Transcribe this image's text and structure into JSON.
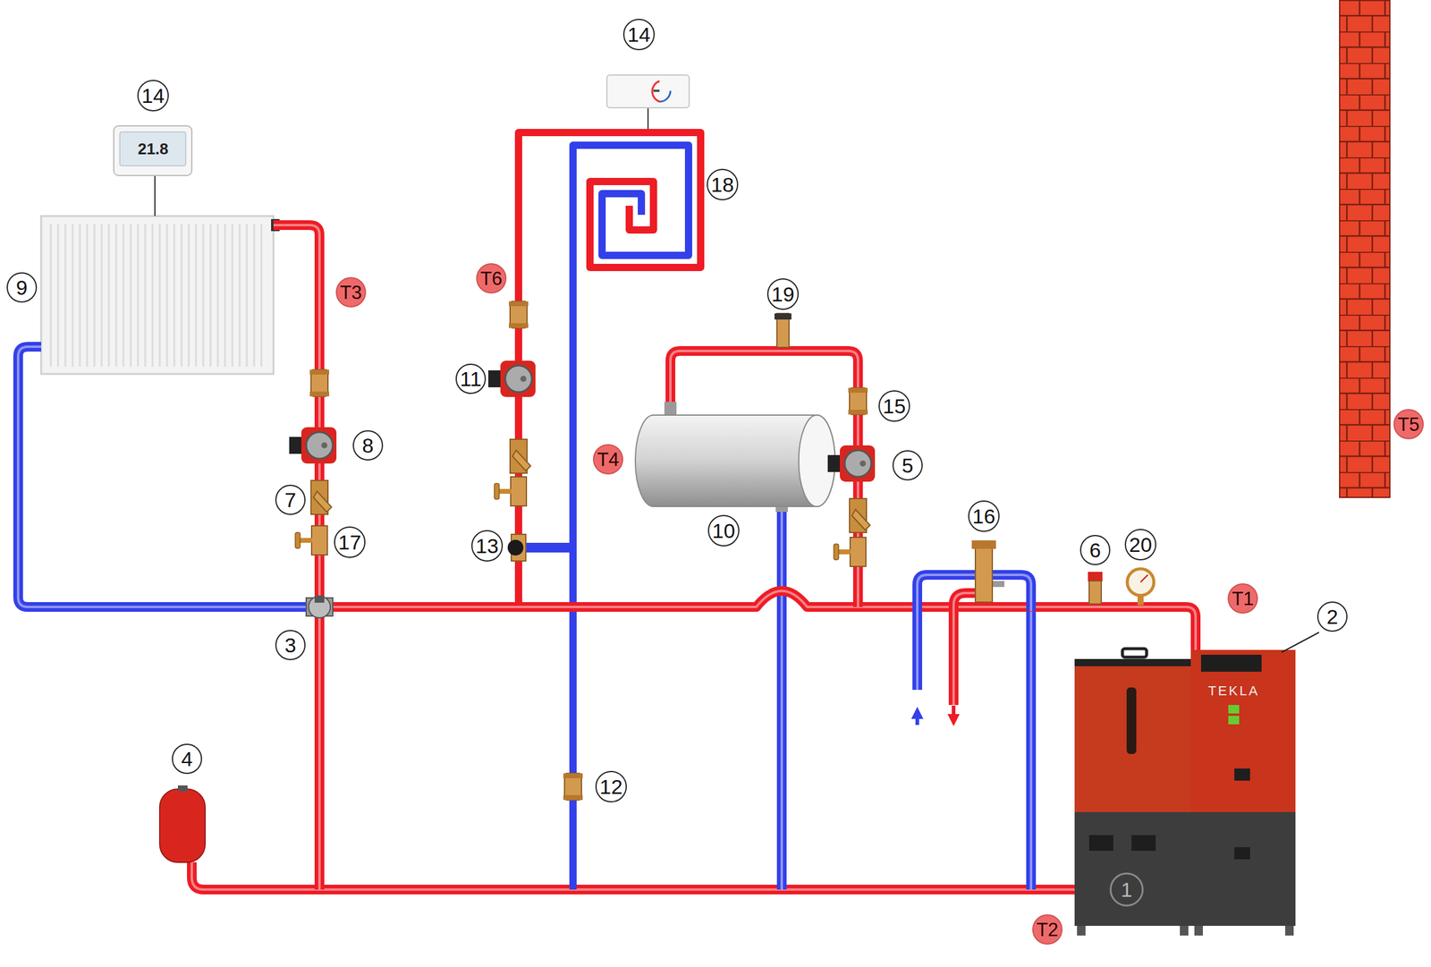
{
  "diagram": {
    "labels": [
      "14",
      "21.8",
      "14",
      "18",
      "9",
      "T3",
      "T6",
      "19",
      "11",
      "15",
      "T4",
      "8",
      "5",
      "7",
      "10",
      "16",
      "6",
      "20",
      "13",
      "17",
      "T5",
      "3",
      "T1",
      "2",
      "TEKLA",
      "4",
      "12",
      "1",
      "T2"
    ]
  }
}
